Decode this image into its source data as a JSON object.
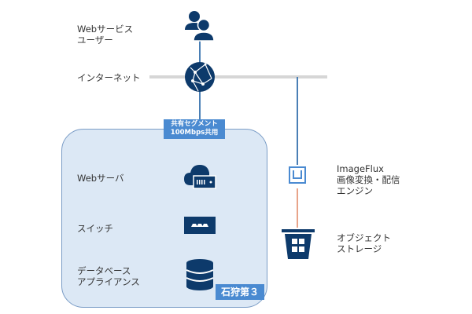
{
  "nodes": {
    "users": {
      "label_line1": "Webサービス",
      "label_line2": "ユーザー"
    },
    "internet": {
      "label": "インターネット"
    },
    "segment": {
      "line1": "共有セグメント",
      "line2": "100Mbps共用"
    },
    "webserver": {
      "label": "Webサーバ"
    },
    "switch": {
      "label": "スイッチ"
    },
    "database": {
      "label_line1": "データベース",
      "label_line2": "アプライアンス"
    },
    "imageflux": {
      "label_line1": "ImageFlux",
      "label_line2": "画像変換・配信",
      "label_line3": "エンジン"
    },
    "storage": {
      "label_line1": "オブジェクト",
      "label_line2": "ストレージ"
    }
  },
  "zone": {
    "label": "石狩第３"
  },
  "colors": {
    "icon_dark": "#0d3a6b",
    "accent_blue": "#4a8ad1",
    "line_blue": "#4a7fb5",
    "line_orange": "#e8a48a",
    "internet_bar": "#d6d6d6",
    "zone_fill": "#dce8f5"
  }
}
